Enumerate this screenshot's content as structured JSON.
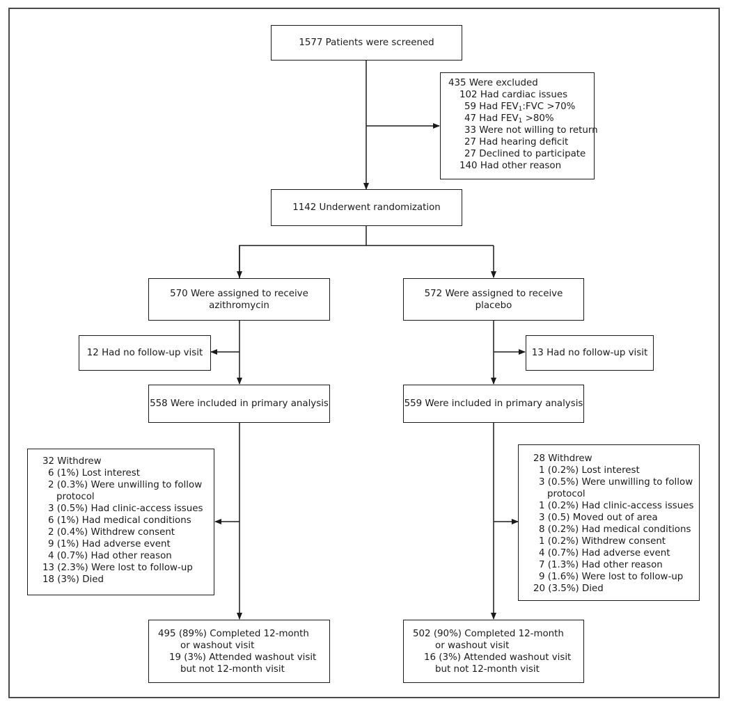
{
  "screened": "1577 Patients were screened",
  "excluded": {
    "header": "435 Were excluded",
    "cardiac": "102 Had cardiac issues",
    "fev_ratio": "59 Had FEV",
    "fev_ratio_sub": "1",
    "fev_ratio_tail": ":FVC >70%",
    "fev_pct": "47 Had FEV",
    "fev_pct_sub": "1",
    "fev_pct_tail": " >80%",
    "items": [
      "33 Were not willing to return",
      "27 Had hearing deficit",
      "27 Declined to participate"
    ],
    "other": "140 Had other reason"
  },
  "randomized": "1142 Underwent randomization",
  "azithro": {
    "assigned_line1": "570 Were assigned to receive",
    "assigned_line2": "azithromycin",
    "no_followup": "12 Had no follow-up visit",
    "primary": "558 Were included in primary analysis",
    "withdrew_header": "32 Withdrew",
    "withdrew_items": [
      "6 (1%) Lost interest",
      "2 (0.3%) Were unwilling to follow",
      "protocol",
      "3 (0.5%) Had clinic-access issues",
      "6 (1%) Had medical conditions",
      "2 (0.4%) Withdrew consent",
      "9 (1%) Had adverse event",
      "4 (0.7%) Had other reason"
    ],
    "lost": "13 (2.3%) Were lost to follow-up",
    "died": "18 (3%) Died",
    "completed_line1": "495 (89%) Completed 12-month",
    "completed_line2": "or washout visit",
    "washout_line1": "19 (3%) Attended washout visit",
    "washout_line2": "but not 12-month visit"
  },
  "placebo": {
    "assigned_line1": "572 Were assigned to receive",
    "assigned_line2": "placebo",
    "no_followup": "13 Had no follow-up visit",
    "primary": "559 Were included in primary analysis",
    "withdrew_header": "28 Withdrew",
    "withdrew_items": [
      "1 (0.2%) Lost interest",
      "3 (0.5%) Were unwilling to follow",
      "protocol",
      "1 (0.2%) Had clinic-access issues",
      "3 (0.5) Moved out of area",
      "8 (0.2%) Had medical conditions",
      "1 (0.2%) Withdrew consent",
      "4 (0.7%) Had adverse event",
      "7 (1.3%) Had other reason"
    ],
    "lost": "9 (1.6%) Were lost to follow-up",
    "died": "20 (3.5%) Died",
    "completed_line1": "502 (90%) Completed 12-month",
    "completed_line2": "or washout visit",
    "washout_line1": "16 (3%) Attended washout visit",
    "washout_line2": "but not 12-month visit"
  }
}
